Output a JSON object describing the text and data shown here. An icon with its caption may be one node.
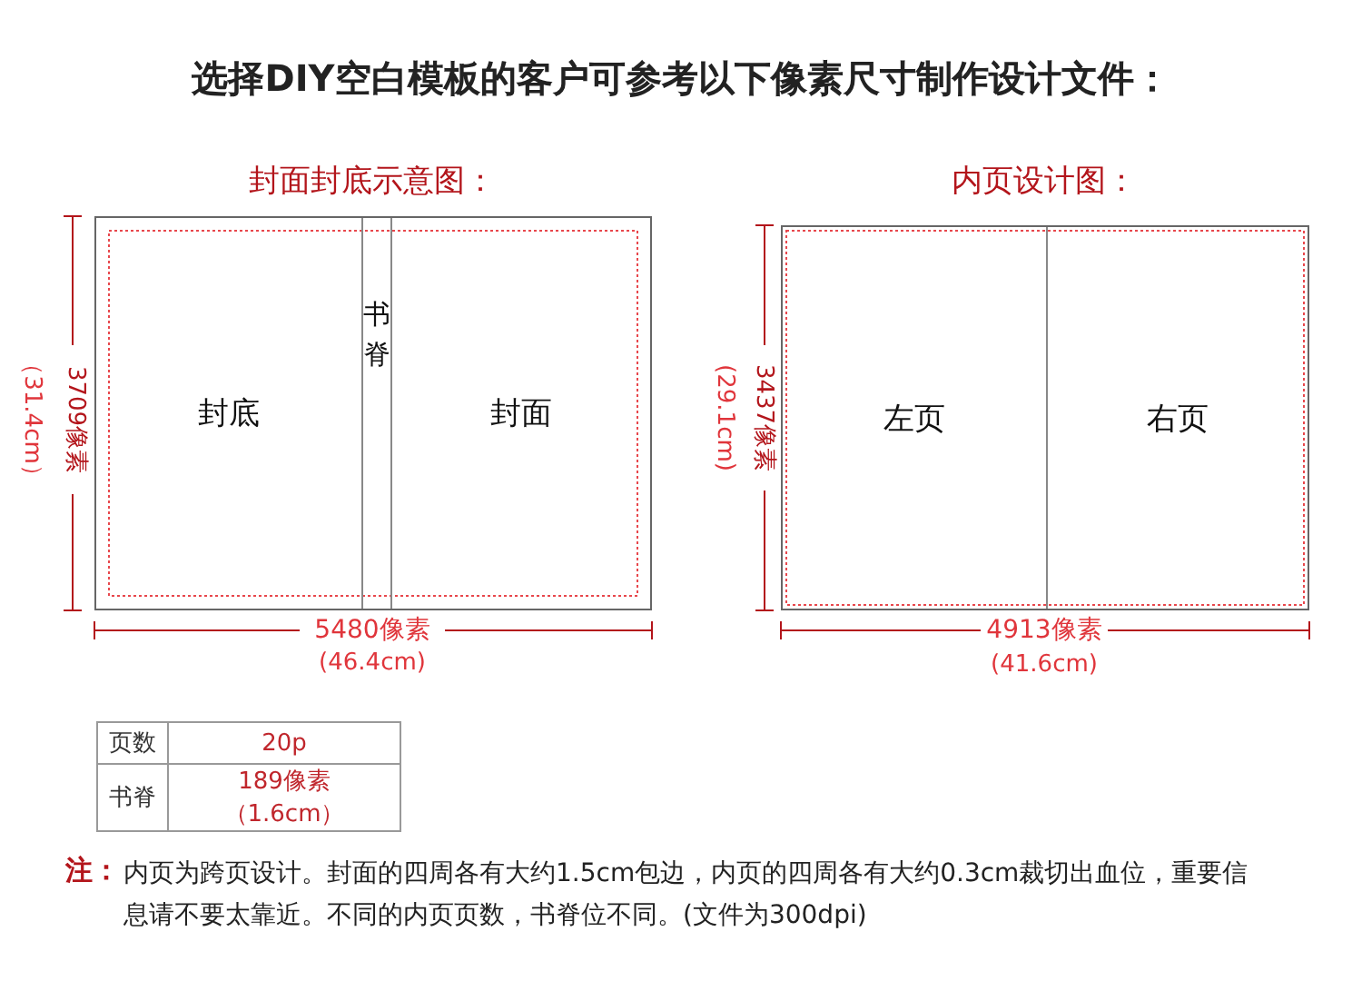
{
  "diagram": {
    "title": "选择DIY空白模板的客户可参考以下像素尺寸制作设计文件：",
    "nodes": [
      {
        "text": [
          "封面封底示意图："
        ]
      },
      {
        "text": [
          "封底"
        ],
        "in": 0
      },
      {
        "text": [
          "书脊"
        ],
        "in": 0
      },
      {
        "text": [
          "封面"
        ],
        "in": 0
      },
      {
        "text": [
          "内页设计图："
        ]
      },
      {
        "text": [
          "左页"
        ],
        "in": 4
      },
      {
        "text": [
          "右页"
        ],
        "in": 4
      }
    ],
    "edges": [],
    "labels": [
      "3709像素",
      "（31.4cm）",
      "5480像素",
      "(46.4cm)",
      "3437像素",
      "(29.1cm)",
      "4913像素",
      "(41.6cm)",
      "页数",
      "20p",
      "书脊",
      "189像素（1.6cm）",
      "注：",
      "内页为跨页设计。封面的四周各有大约1.5cm包边，内页的四周各有大约0.3cm裁切出血位，重要信息请不要太靠近。不同的内页页数，书脊位不同。(文件为300dpi)"
    ]
  }
}
